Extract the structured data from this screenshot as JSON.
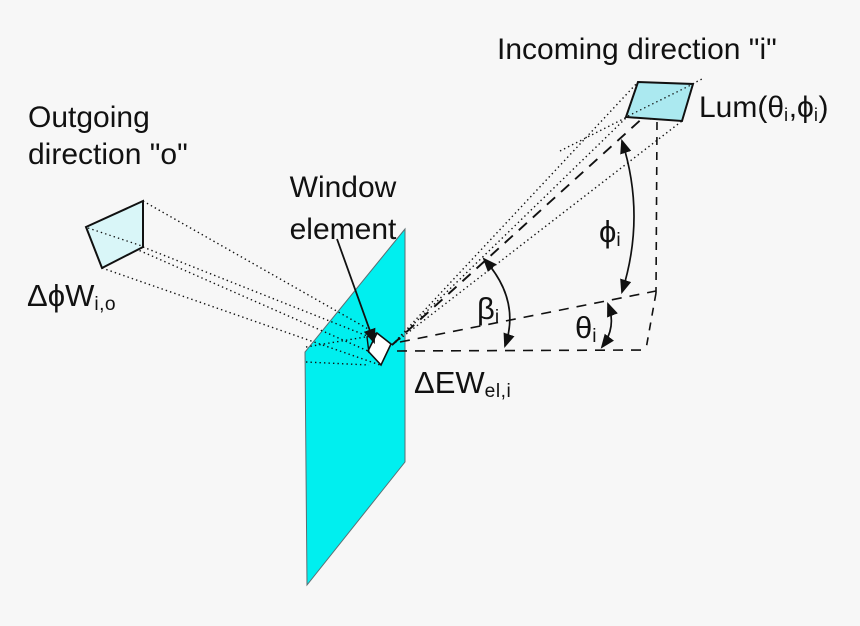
{
  "colors": {
    "background": "#f7f7f7",
    "window_plane": "#00efef",
    "incoming_patch": "#abe9f0",
    "outgoing_patch": "#d9f6f8",
    "element_face": "#ffffff",
    "ink": "#111111"
  },
  "labels": {
    "incoming_title": "Incoming direction \"i\"",
    "outgoing_title_line1": "Outgoing",
    "outgoing_title_line2": "direction \"o\"",
    "window_element_line1": "Window",
    "window_element_line2": "element",
    "luminance": {
      "pre": "Lum(θ",
      "sub1": "i",
      "mid": ",ϕ",
      "sub2": "i",
      "post": ")"
    },
    "outgoing_flux": {
      "main": "ΔϕW",
      "sub": "i,o"
    },
    "element_irradiance": {
      "main": "ΔEW",
      "sub": "el,i"
    },
    "angle_phi": {
      "main": "ϕ",
      "sub": "i"
    },
    "angle_theta": {
      "main": "θ",
      "sub": "i"
    },
    "angle_beta": {
      "main": "β",
      "sub": "i"
    }
  }
}
